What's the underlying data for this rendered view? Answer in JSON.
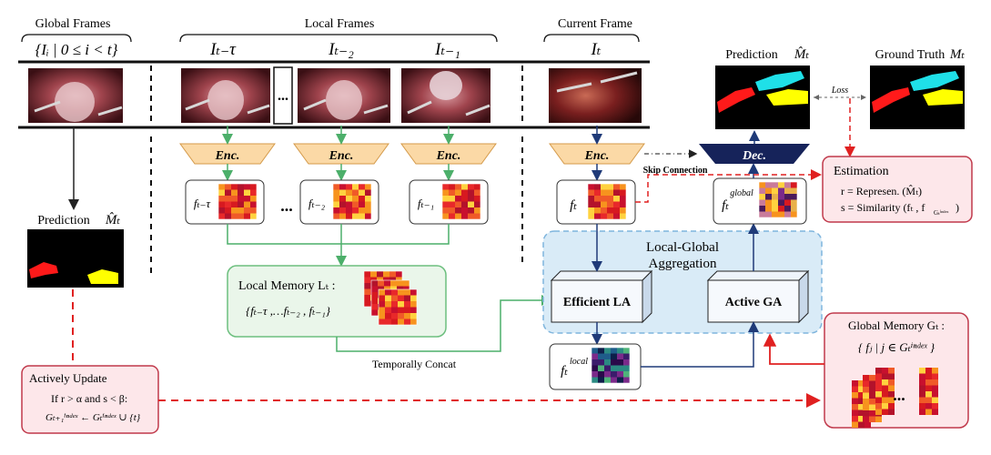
{
  "sections": {
    "global_frames": "Global Frames",
    "global_set": "{Iᵢ | 0 ≤ i < t}",
    "local_frames": "Local Frames",
    "local_frame_labels": [
      "Iₜ₋τ",
      "Iₜ₋₂",
      "Iₜ₋₁"
    ],
    "current_frame": "Current Frame",
    "current_frame_label": "Iₜ",
    "ellipsis": "..."
  },
  "encoders": {
    "label": "Enc.",
    "decoder_label": "Dec."
  },
  "features": {
    "local": [
      "fₜ₋τ",
      "fₜ₋₂",
      "fₜ₋₁"
    ],
    "current": "fₜ",
    "global": "fₜ",
    "global_sup": "global",
    "local_out": "fₜ",
    "local_out_sup": "local"
  },
  "local_memory": {
    "title": "Local Memory  Lₜ :",
    "content": "{fₜ₋τ ,…fₜ₋₂ , fₜ₋₁}",
    "concat_label": "Temporally Concat"
  },
  "aggregation": {
    "title_line1": "Local-Global",
    "title_line2": "Aggregation",
    "efficient_la": "Efficient LA",
    "active_ga": "Active GA"
  },
  "prediction_left": {
    "label": "Prediction",
    "symbol": "M̂ₜ"
  },
  "prediction_top": {
    "label": "Prediction",
    "symbol": "M̂ₜ"
  },
  "ground_truth": {
    "label": "Ground Truth",
    "symbol": "Mₜ"
  },
  "loss_label": "Loss",
  "skip_connection": "Skip Connection",
  "estimation": {
    "title": "Estimation",
    "line1": "r = Represen. (M̂ₜ)",
    "line2": "s = Similarity (fₜ , f",
    "line2_sub": "Gₜⁱⁿᵈᵉˣ",
    "line2_end": ")"
  },
  "actively_update": {
    "title": "Actively Update",
    "line1": "If r > α  and  s < β:",
    "line2": "Gₜ₊₁ⁱⁿᵈᵉˣ ← Gₜⁱⁿᵈᵉˣ ∪ {t}"
  },
  "global_memory": {
    "title": "Global Memory Gₜ :",
    "content": "{ fⱼ  |  j ∈ Gₜⁱⁿᵈᵉˣ }",
    "ellipsis": "..."
  },
  "colors": {
    "green": "#4caf6a",
    "navy": "#1f3a78",
    "red": "#e02020",
    "enc_fill": "#fbd9a6",
    "dec_fill": "#16235a",
    "memory_fill": "#eaf6ea",
    "agg_fill": "#d9ebf7",
    "pink_fill": "#fde7ea"
  }
}
